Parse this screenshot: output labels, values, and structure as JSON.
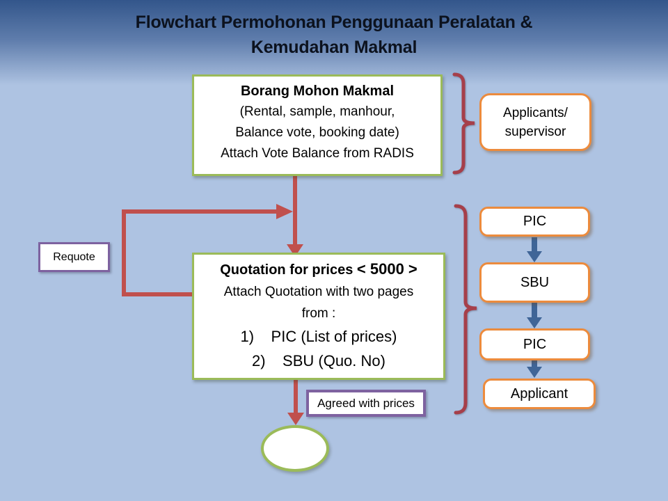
{
  "title": {
    "line1": "Flowchart Permohonan Penggunaan Peralatan &",
    "line2": "Kemudahan Makmal"
  },
  "boxes": {
    "borang": {
      "line1": "Borang Mohon Makmal",
      "line2": "(Rental, sample, manhour,",
      "line3": "Balance vote, booking date)",
      "line4": "Attach Vote Balance from RADIS"
    },
    "quotation": {
      "title_text": "Quotation for prices",
      "title_value": "< 5000 >",
      "line2": "Attach Quotation with two pages",
      "line3": "from :",
      "item1": "1)    PIC (List of prices)",
      "item2": "2)    SBU (Quo. No)"
    }
  },
  "side_labels": {
    "applicants_line1": "Applicants/",
    "applicants_line2": "supervisor",
    "pic1": "PIC",
    "sbu": "SBU",
    "pic2": "PIC",
    "applicant": "Applicant"
  },
  "annotations": {
    "requote": "Requote",
    "agreed": "Agreed with prices"
  },
  "colors": {
    "background_top": "#33568B",
    "background_bottom": "#AEC3E2",
    "green_border": "#9BBB59",
    "orange_border": "#EC8B3D",
    "purple_border": "#7E62A0",
    "red_arrow": "#C0504D",
    "maroon_brace": "#A63F4A",
    "blue_arrow": "#3F6597",
    "box_fill": "#FFFFFF",
    "text": "#000000"
  }
}
